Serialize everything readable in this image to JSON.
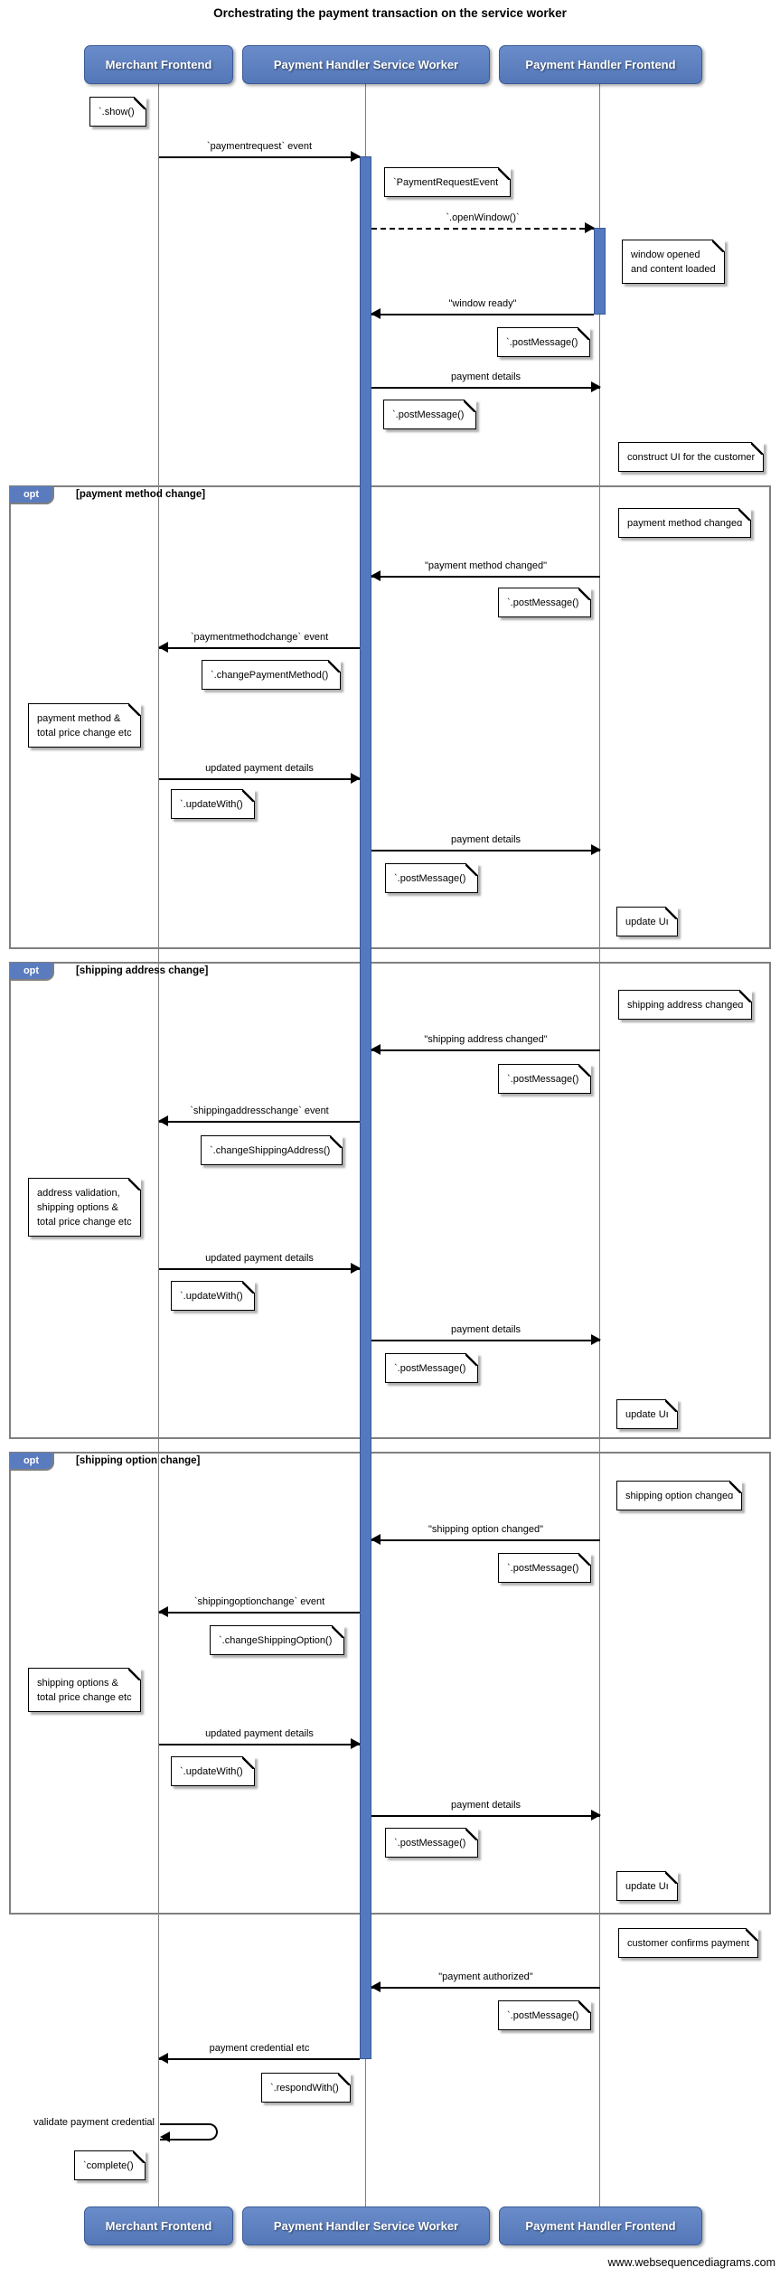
{
  "diagram": {
    "title": "Orchestrating the payment transaction on the service worker",
    "watermark": "www.websequencediagrams.com"
  },
  "actors": [
    {
      "label": "Merchant Frontend"
    },
    {
      "label": "Payment Handler Service Worker"
    },
    {
      "label": "Payment Handler Frontend"
    }
  ],
  "fragments": [
    {
      "operator": "opt",
      "condition": "[payment method change]"
    },
    {
      "operator": "opt",
      "condition": "[shipping address change]"
    },
    {
      "operator": "opt",
      "condition": "[shipping option change]"
    }
  ],
  "messages": [
    {
      "label": "`paymentrequest` event"
    },
    {
      "label": "`.openWindow()`"
    },
    {
      "label": "\"window ready\""
    },
    {
      "label": "payment details"
    },
    {
      "label": "\"payment method changed\""
    },
    {
      "label": "`paymentmethodchange` event"
    },
    {
      "label": "updated payment details"
    },
    {
      "label": "payment details"
    },
    {
      "label": "\"shipping address changed\""
    },
    {
      "label": "`shippingaddresschange` event"
    },
    {
      "label": "updated payment details"
    },
    {
      "label": "payment details"
    },
    {
      "label": "\"shipping option changed\""
    },
    {
      "label": "`shippingoptionchange` event"
    },
    {
      "label": "updated payment details"
    },
    {
      "label": "payment details"
    },
    {
      "label": "\"payment authorized\""
    },
    {
      "label": "payment credential etc"
    },
    {
      "label": "validate payment credential"
    }
  ],
  "notes": [
    {
      "text": "`.show()`"
    },
    {
      "text": "`PaymentRequestEvent`"
    },
    {
      "text": "window opened\nand content loaded"
    },
    {
      "text": "`.postMessage()`"
    },
    {
      "text": "`.postMessage()`"
    },
    {
      "text": "construct UI for the customer"
    },
    {
      "text": "payment method changed"
    },
    {
      "text": "`.postMessage()`"
    },
    {
      "text": "`.changePaymentMethod()`"
    },
    {
      "text": "payment method &\ntotal price change etc"
    },
    {
      "text": "`.updateWith()`"
    },
    {
      "text": "`.postMessage()`"
    },
    {
      "text": "update UI"
    },
    {
      "text": "shipping address changed"
    },
    {
      "text": "`.postMessage()`"
    },
    {
      "text": "`.changeShippingAddress()`"
    },
    {
      "text": "address validation,\nshipping options &\ntotal price change etc"
    },
    {
      "text": "`.updateWith()`"
    },
    {
      "text": "`.postMessage()`"
    },
    {
      "text": "update UI"
    },
    {
      "text": "shipping option changed"
    },
    {
      "text": "`.postMessage()`"
    },
    {
      "text": "`.changeShippingOption()`"
    },
    {
      "text": "shipping options &\ntotal price change etc"
    },
    {
      "text": "`.updateWith()`"
    },
    {
      "text": "`.postMessage()`"
    },
    {
      "text": "update UI"
    },
    {
      "text": "customer confirms payment"
    },
    {
      "text": "`.postMessage()`"
    },
    {
      "text": "`.respondWith()`"
    },
    {
      "text": "`complete()`"
    }
  ]
}
